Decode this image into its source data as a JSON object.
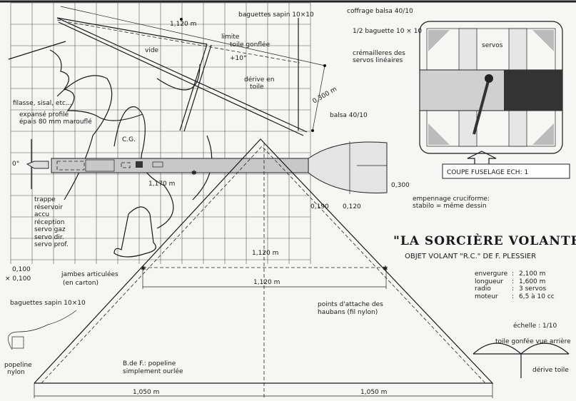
{
  "title": "\"LA SORCIÈRE VOLANTE\"",
  "subtitle": "OBJET VOLANT \"R.C.\"  DE  F. PLESSIER",
  "specs": [
    {
      "label": "envergure",
      "value": "2,100 m"
    },
    {
      "label": "longueur",
      "value": "1,600 m"
    },
    {
      "label": "radio",
      "value": "3 servos"
    },
    {
      "label": "moteur",
      "value": "6,5 à 10 cc"
    }
  ],
  "scale": "échelle : 1/10",
  "side_view": {
    "dim_top": "1,120 m",
    "baguettes": "baguettes sapin 10×10",
    "limite": "limite",
    "toile_gonflee": "toile  gonflée",
    "angle": "+10°",
    "vide": "vide",
    "derive1": "dérive en",
    "derive2": "toile",
    "dim_height": "0,300 m",
    "balsa": "balsa 40/10",
    "filasse": "filasse, sisal, etc...",
    "expanse1": "expansé profilé",
    "expanse2": "épais 80 mm marouflé",
    "cg": "C.G.",
    "zero": "0°",
    "fuselage_len": "1,170 m",
    "parts": [
      "trappe",
      "réservoir",
      "accu",
      "réception",
      "servo gaz",
      "servo dir.",
      "servo prof."
    ],
    "grid1": "0,100",
    "grid2": "× 0,100",
    "jambes1": "jambes articulées",
    "jambes2": "(en carton)"
  },
  "tail": {
    "dim_h": "0,300",
    "dim_a": "0,190",
    "dim_b": "0,120",
    "empennage1": "empennage cruciforme:",
    "empennage2": "stabilo = même dessin"
  },
  "section": {
    "coffrage": "coffrage balsa  40/10",
    "demi_baguette": "1/2 baguette 10 × 10",
    "cremailleres1": "crémailleres des",
    "cremailleres2": "servos linéaires",
    "servos": "servos",
    "caption": "COUPE FUSELAGE ECH: 1"
  },
  "wing": {
    "mid_dim": "1,120 m",
    "height_dim": "1,120 m",
    "points1": "points d'attache des",
    "points2": "haubans (fil nylon)",
    "baguettes": "baguettes sapin 10×10",
    "popeline1": "popeline",
    "popeline2": "nylon",
    "bdef1": "B.de F.: popeline",
    "bdef2": "simplement ourlée",
    "base_left": "1,050 m",
    "base_right": "1,050 m"
  },
  "rear_view": {
    "label": "toile gonfée vue arrière",
    "derive": "dérive toile"
  }
}
